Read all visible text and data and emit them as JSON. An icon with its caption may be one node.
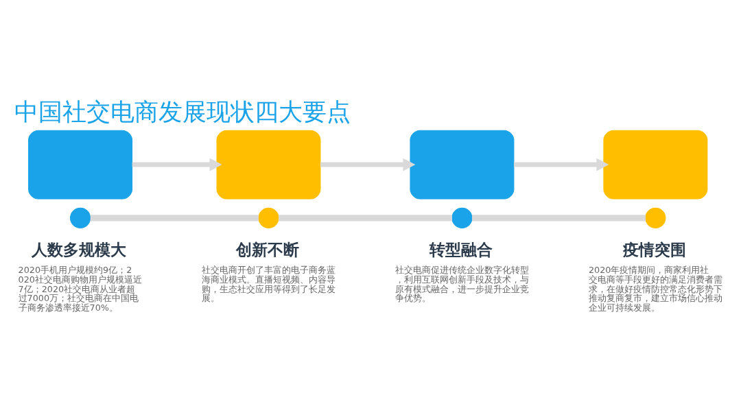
{
  "diagram": {
    "title": "中国社交电商发展现状四大要点",
    "nodes": [
      {
        "text": [],
        "shape": "box"
      },
      {
        "text": [],
        "shape": "box"
      },
      {
        "text": [],
        "shape": "box"
      },
      {
        "text": [],
        "shape": "box"
      },
      {
        "text": [],
        "shape": "circle",
        "beside": [
          "人数多规模大",
          "2020手机用户规模约9亿；2020社交电商购物用户规模逼近7亿；2020社交电商从业者超过7000万；社交电商在中国电子商务渗透率接近70%。"
        ]
      },
      {
        "text": [],
        "shape": "circle",
        "beside": [
          "创新不断",
          "社交电商开创了丰富的电子商务蓝海商业模式。直播短视频、内容导购，生态社交应用等得到了长足发展。"
        ]
      },
      {
        "text": [],
        "shape": "circle",
        "beside": [
          "转型融合",
          "社交电商促进传统企业数字化转型，利用互联网创新手段及技术，与原有模式融合，进一步提升企业竞争优势。"
        ]
      },
      {
        "text": [],
        "shape": "circle",
        "beside": [
          "疫情突围",
          "2020年疫情期间，商家利用社交电商等手段更好的满足消费者需求，在做好疫情防控常态化形势下推动复商复市，建立市场信心推动企业可持续发展。"
        ]
      }
    ],
    "edges": [
      {
        "from": 0,
        "to": 1,
        "arrow": "to"
      },
      {
        "from": 1,
        "to": 2,
        "arrow": "to"
      },
      {
        "from": 2,
        "to": 3,
        "arrow": "to"
      },
      {
        "from": 4,
        "to": 5,
        "arrow": "none"
      },
      {
        "from": 5,
        "to": 6,
        "arrow": "none"
      },
      {
        "from": 6,
        "to": 7,
        "arrow": "none"
      }
    ]
  }
}
